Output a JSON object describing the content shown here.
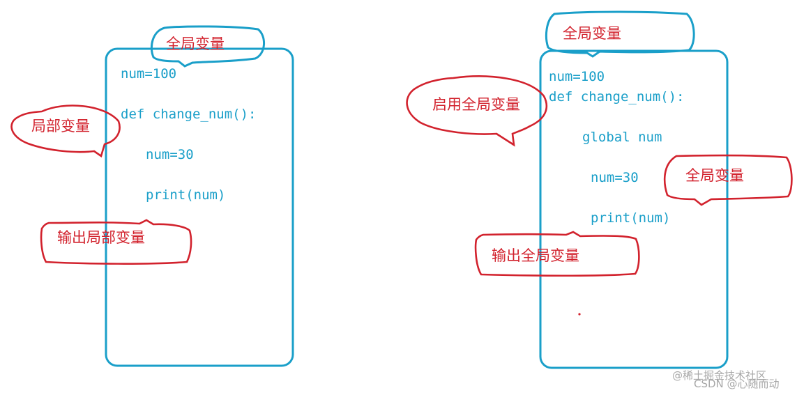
{
  "colors": {
    "blue_stroke": "#1a9fc9",
    "red_stroke": "#d2222d",
    "code_text": "#1a9fc9",
    "label_text": "#d2222d",
    "watermark_text": "#a7a7a7"
  },
  "left_panel": {
    "code_lines": [
      "num=100",
      "def change_num():",
      "num=30",
      "print(num)"
    ],
    "top_label": "全局变量",
    "side_label": "局部变量",
    "output_label": "输出局部变量"
  },
  "right_panel": {
    "code_lines": [
      "num=100",
      "def change_num():",
      "global num",
      "num=30",
      "print(num)"
    ],
    "top_label": "全局变量",
    "enable_label": "启用全局变量",
    "side_label": "全局变量",
    "output_label": "输出全局变量"
  },
  "watermark": {
    "line1": "@稀土掘金技术社区",
    "line2": "CSDN @心随而动"
  }
}
